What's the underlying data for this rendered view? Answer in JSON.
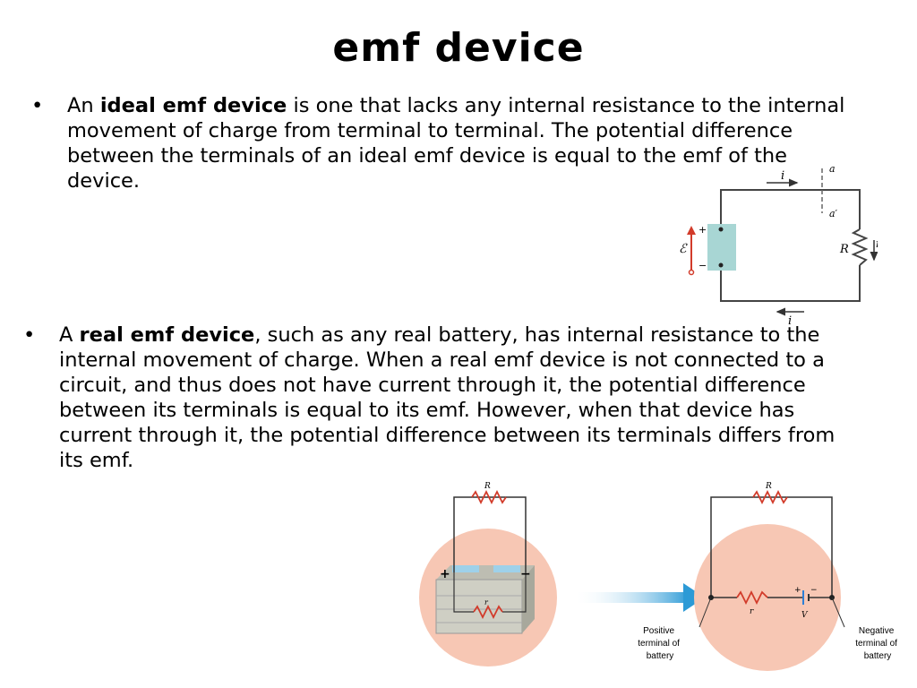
{
  "slide": {
    "title": "emf device",
    "bullet_symbol": "•"
  },
  "bullet1": {
    "prefix": "An ",
    "bold": "ideal emf device",
    "text": " is one that lacks any internal resistance to the internal movement of charge from terminal to terminal. The potential difference between the terminals of an ideal emf device is equal to the emf of the device."
  },
  "bullet2": {
    "prefix": "A ",
    "bold": "real emf device",
    "text": ", such as any real battery, has internal resistance to the internal movement of charge. When a real emf device is not connected to a circuit, and thus does not have current through it, the potential difference between its terminals is equal to its emf. However, when that device has current through it, the potential difference between its terminals differs from its emf."
  },
  "figure1": {
    "current_label": "i",
    "point_a": "a",
    "point_a_prime": "a′",
    "resistor_label": "R",
    "emf_symbol": "ℰ",
    "plus": "+",
    "minus": "−"
  },
  "figure2": {
    "resistor_top": "R",
    "resistor_internal": "r",
    "plus": "+",
    "minus": "−",
    "voltage": "V",
    "positive_terminal": [
      "Positive",
      "terminal of",
      "battery"
    ],
    "negative_terminal": [
      "Negative",
      "terminal of",
      "battery"
    ]
  },
  "colors": {
    "circle_fill": "#f7c7b4",
    "battery_cell": "#a8d6d4",
    "resistor": "#d23b2a",
    "arrow": "#2c9ad6"
  }
}
